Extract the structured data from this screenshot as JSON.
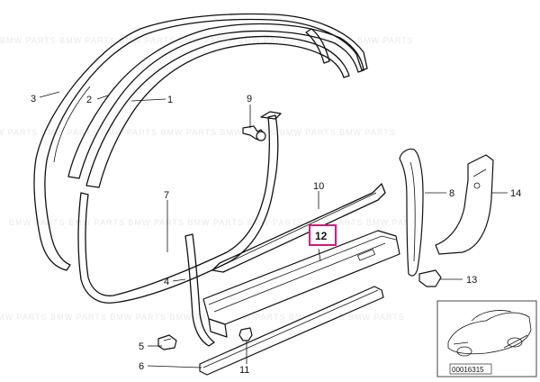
{
  "parts": [
    {
      "number": "1"
    },
    {
      "number": "2"
    },
    {
      "number": "3"
    },
    {
      "number": "4"
    },
    {
      "number": "5"
    },
    {
      "number": "6"
    },
    {
      "number": "7"
    },
    {
      "number": "8"
    },
    {
      "number": "9"
    },
    {
      "number": "10"
    },
    {
      "number": "11"
    },
    {
      "number": "12",
      "highlighted": true
    },
    {
      "number": "13"
    },
    {
      "number": "14"
    }
  ],
  "highlight_color": "#e0117a",
  "inset": {
    "code": "00016315"
  }
}
